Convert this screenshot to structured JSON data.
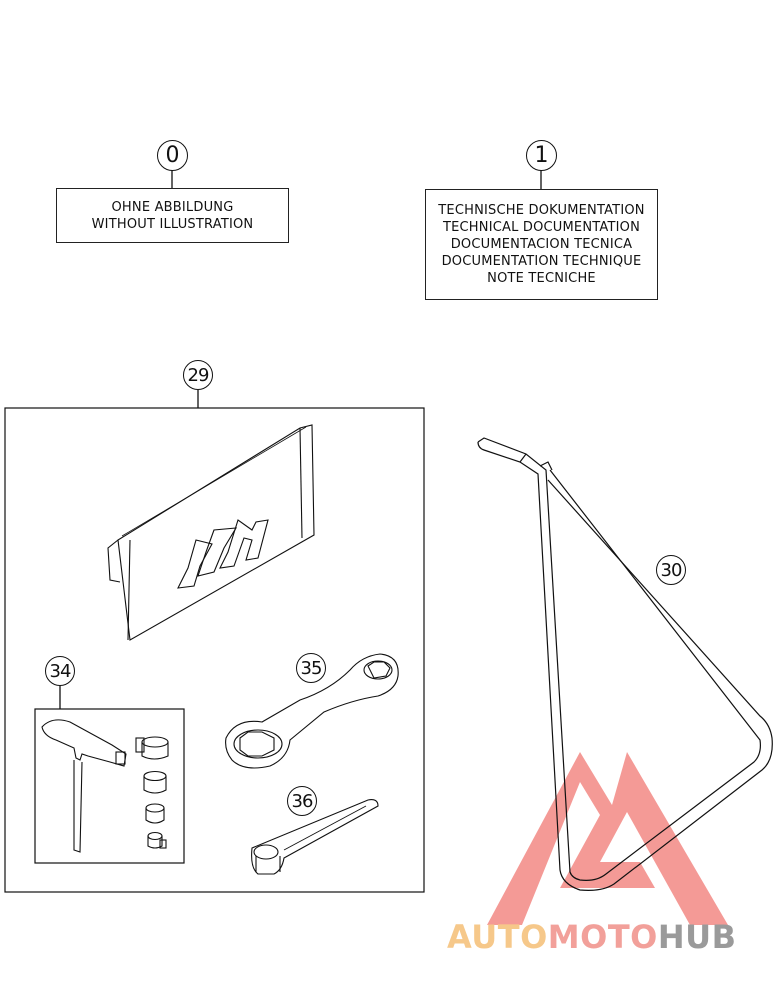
{
  "callouts": {
    "c0": "0",
    "c1": "1",
    "c29": "29",
    "c30": "30",
    "c34": "34",
    "c35": "35",
    "c36": "36"
  },
  "box0": {
    "line1": "OHNE ABBILDUNG",
    "line2": "WITHOUT ILLUSTRATION"
  },
  "box1": {
    "line1": "TECHNISCHE DOKUMENTATION",
    "line2": "TECHNICAL DOCUMENTATION",
    "line3": "DOCUMENTACION TECNICA",
    "line4": "DOCUMENTATION TECHNIQUE",
    "line5": "NOTE TECNICHE"
  },
  "watermark": {
    "part1": "AUTO",
    "part2": "MOTO",
    "part3": "HUB",
    "colors": {
      "auto": "#f6c88a",
      "moto": "#f2a09a",
      "hub": "#9a9a9a",
      "logo": "#ef6f6a"
    }
  },
  "bag_logo": "KTM"
}
